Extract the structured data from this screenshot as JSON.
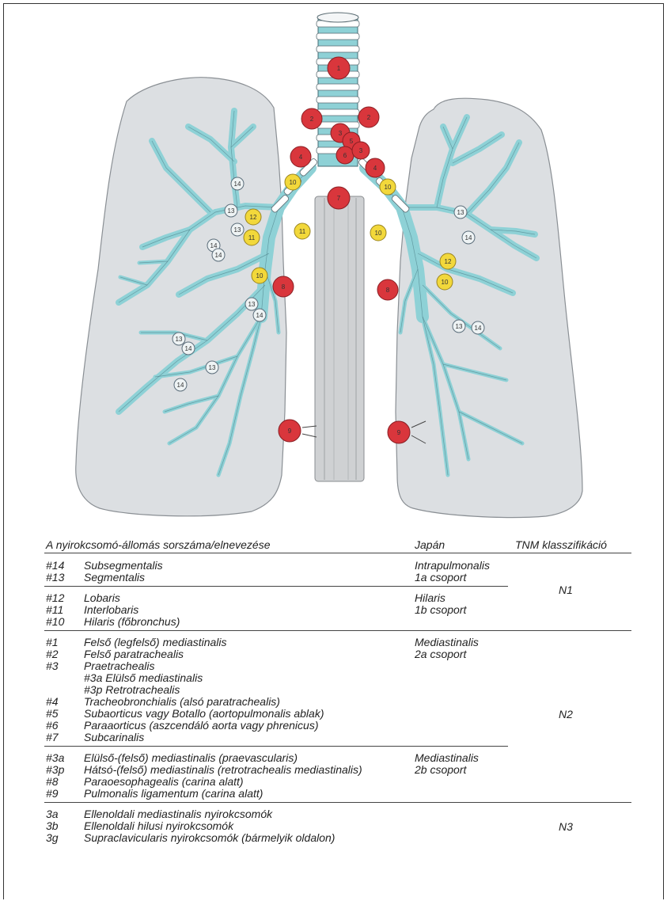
{
  "colors": {
    "lung_fill": "#dcdfe2",
    "lung_stroke": "#8a8f94",
    "airway": "#8ed1d6",
    "node_red": "#d9363c",
    "node_yellow": "#f2d83b",
    "node_outline": "#5b6d7a",
    "esophagus": "#cfd1d3"
  },
  "diagram": {
    "red_nodes": [
      {
        "label": "1"
      },
      {
        "label": "2"
      },
      {
        "label": "2"
      },
      {
        "label": "3"
      },
      {
        "label": "4"
      },
      {
        "label": "4"
      },
      {
        "label": "5"
      },
      {
        "label": "6"
      },
      {
        "label": "7"
      },
      {
        "label": "8"
      },
      {
        "label": "8"
      },
      {
        "label": "9"
      },
      {
        "label": "9"
      },
      {
        "label": "3"
      }
    ],
    "yellow_nodes": [
      {
        "label": "10"
      },
      {
        "label": "10"
      },
      {
        "label": "11"
      },
      {
        "label": "11"
      },
      {
        "label": "12"
      },
      {
        "label": "12"
      },
      {
        "label": "10"
      },
      {
        "label": "10"
      },
      {
        "label": "10"
      }
    ],
    "outline_nodes": [
      {
        "label": "14"
      },
      {
        "label": "13"
      },
      {
        "label": "14"
      },
      {
        "label": "13"
      },
      {
        "label": "14"
      },
      {
        "label": "13"
      },
      {
        "label": "14"
      },
      {
        "label": "13"
      },
      {
        "label": "14"
      },
      {
        "label": "13"
      },
      {
        "label": "14"
      },
      {
        "label": "13"
      },
      {
        "label": "14"
      },
      {
        "label": "13"
      },
      {
        "label": "14"
      }
    ]
  },
  "table": {
    "headers": {
      "station": "A nyirokcsomó-állomás sorszáma/elnevezése",
      "japan": "Japán",
      "tnm": "TNM klasszifikáció"
    },
    "groups": [
      {
        "rows": [
          {
            "num": "#14",
            "name": "Subsegmentalis"
          },
          {
            "num": "#13",
            "name": "Segmentalis"
          }
        ],
        "japan": [
          "Intrapulmonalis",
          "1a csoport"
        ]
      },
      {
        "rows": [
          {
            "num": "#12",
            "name": "Lobaris"
          },
          {
            "num": "#11",
            "name": "Interlobaris"
          },
          {
            "num": "#10",
            "name": "Hilaris (főbronchus)"
          }
        ],
        "japan": [
          "Hilaris",
          "1b csoport"
        ]
      },
      {
        "rows": [
          {
            "num": "#1",
            "name": "Felső (legfelső) mediastinalis"
          },
          {
            "num": "#2",
            "name": "Felső paratrachealis"
          },
          {
            "num": "#3",
            "name": "Praetrachealis"
          },
          {
            "num": "",
            "name": "#3a Elülső mediastinalis"
          },
          {
            "num": "",
            "name": "#3p Retrotrachealis"
          },
          {
            "num": "#4",
            "name": "Tracheobronchialis (alsó paratrachealis)"
          },
          {
            "num": "#5",
            "name": "Subaorticus vagy Botallo (aortopulmonalis ablak)"
          },
          {
            "num": "#6",
            "name": "Paraaorticus (aszcendáló aorta vagy phrenicus)"
          },
          {
            "num": "#7",
            "name": "Subcarinalis"
          }
        ],
        "japan": [
          "Mediastinalis",
          "2a csoport"
        ]
      },
      {
        "rows": [
          {
            "num": "#3a",
            "name": "Elülső-(felső) mediastinalis (praevascularis)"
          },
          {
            "num": "#3p",
            "name": "Hátsó-(felső) mediastinalis (retrotrachealis mediastinalis)"
          },
          {
            "num": "#8",
            "name": "Paraoesophagealis (carina alatt)"
          },
          {
            "num": "#9",
            "name": "Pulmonalis ligamentum (carina alatt)"
          }
        ],
        "japan": [
          "Mediastinalis",
          "2b csoport"
        ]
      },
      {
        "rows": [
          {
            "num": "3a",
            "name": "Ellenoldali mediastinalis nyirokcsomók"
          },
          {
            "num": "3b",
            "name": "Ellenoldali hilusi nyirokcsomók"
          },
          {
            "num": "3g",
            "name": "Supraclavicularis nyirokcsomók (bármelyik oldalon)"
          }
        ],
        "japan": []
      }
    ],
    "tnm": {
      "n1": "N1",
      "n2": "N2",
      "n3": "N3"
    }
  }
}
